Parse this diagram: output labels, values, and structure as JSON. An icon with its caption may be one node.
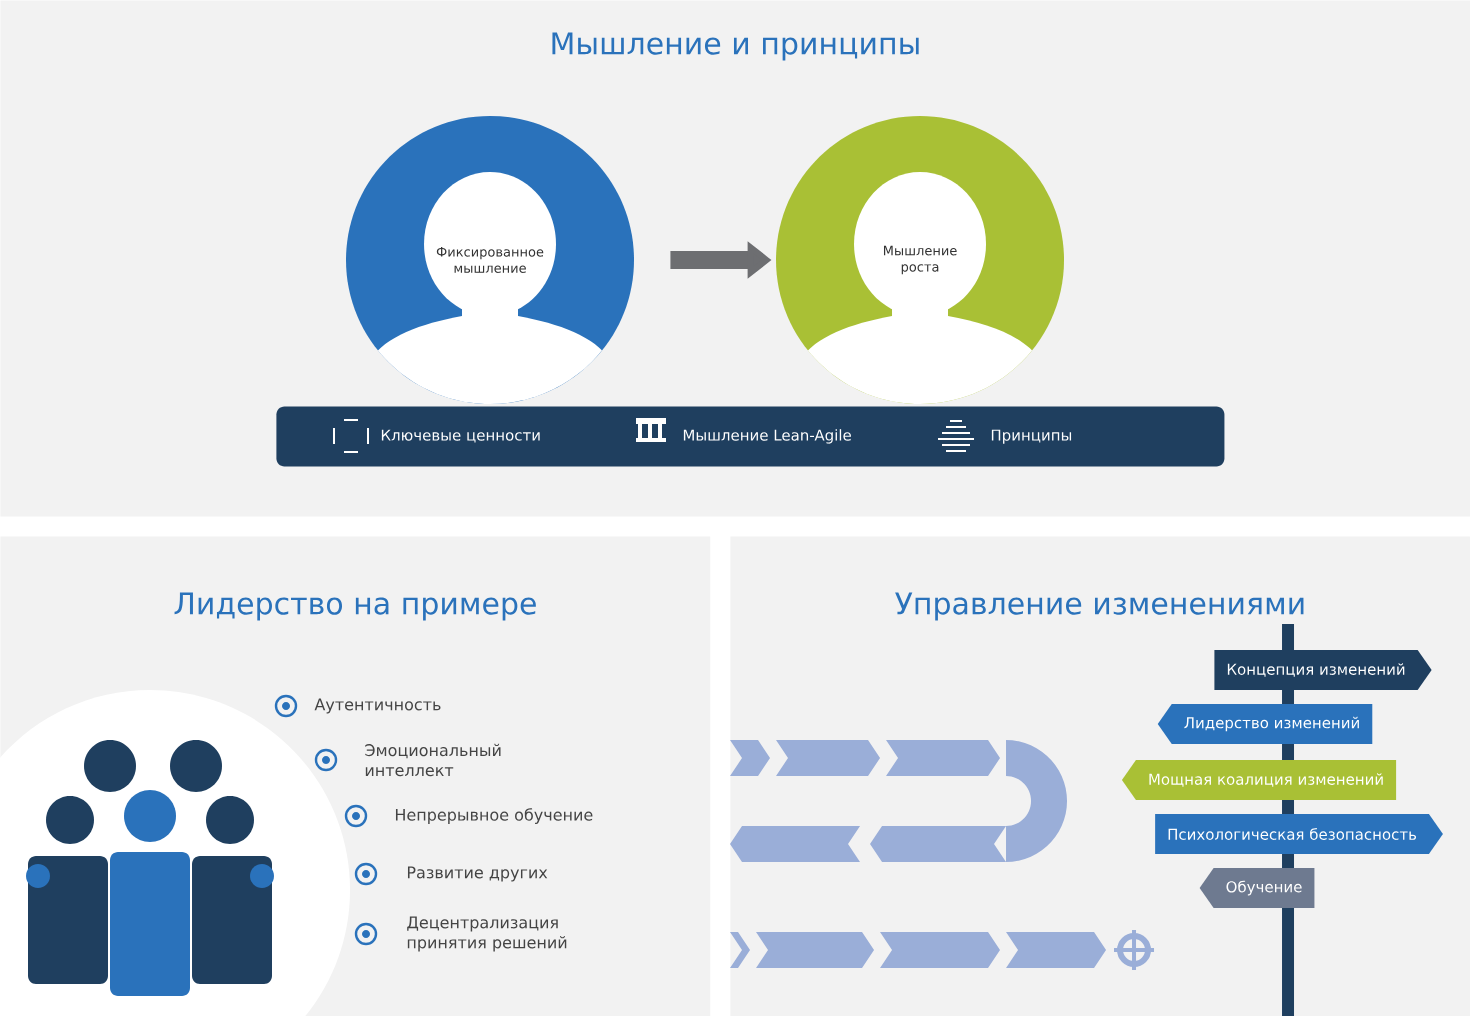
{
  "diagram": {
    "nodes": [
      {
        "text": [
          "Мышление и принципы"
        ]
      },
      {
        "text": [
          "Фиксированное мышление"
        ],
        "in": 0
      },
      {
        "text": [
          "Мышление роста"
        ],
        "in": 0
      },
      {
        "text": [
          "Ключевые ценности",
          "Мышление Lean-Agile",
          "Принципы"
        ],
        "in": 0
      },
      {
        "text": [
          "Лидерство на примере"
        ]
      },
      {
        "text": [
          "Управление изменениями"
        ]
      },
      {
        "text": [
          "Концепция изменений"
        ],
        "in": 5
      },
      {
        "text": [
          "Лидерство изменений"
        ],
        "in": 5
      },
      {
        "text": [
          "Мощная коалиция изменений"
        ],
        "in": 5
      },
      {
        "text": [
          "Психологическая безопасность"
        ],
        "in": 5
      },
      {
        "text": [
          "Обучение"
        ],
        "in": 5
      }
    ],
    "edges": [
      {
        "from": 1,
        "to": 2,
        "arrow": "to",
        "color": "#6d6e71"
      }
    ],
    "labels": [
      "Аутентичность",
      "Эмоциональный интеллект",
      "Непрерывное обучение",
      "Развитие других",
      "Децентрализация принятия решений"
    ]
  }
}
